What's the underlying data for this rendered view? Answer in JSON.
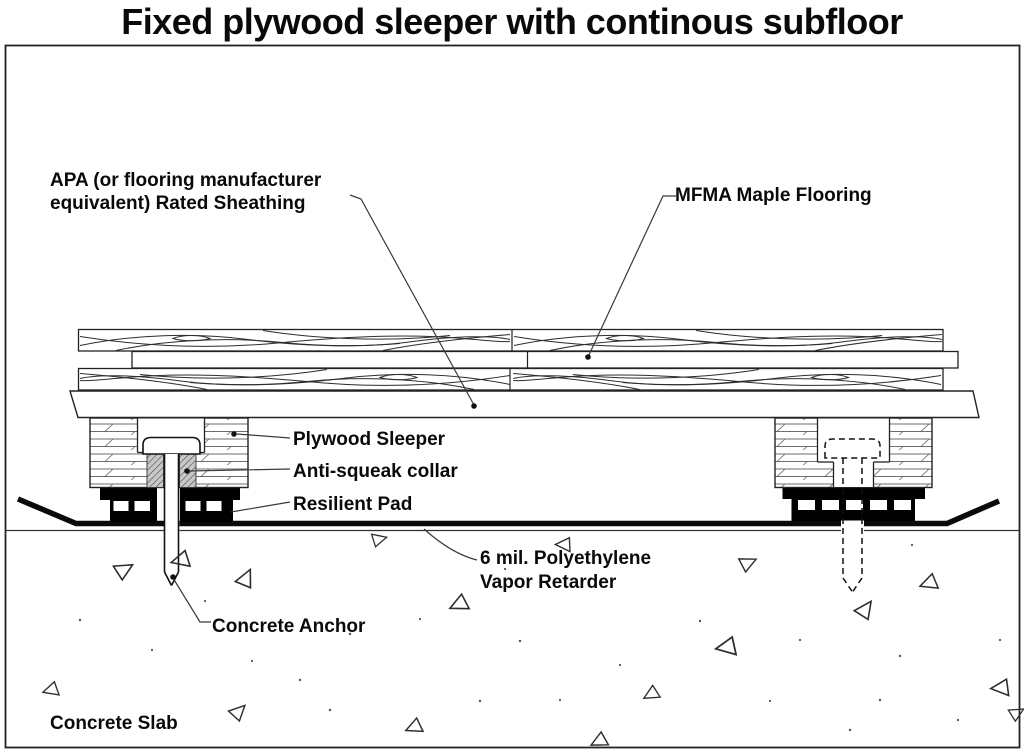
{
  "title": "Fixed plywood sleeper with continous subfloor",
  "diagram": {
    "labels": {
      "sheathing_line1": "APA (or flooring manufacturer",
      "sheathing_line2": "equivalent) Rated Sheathing",
      "maple_flooring": "MFMA Maple Flooring",
      "plywood_sleeper": "Plywood Sleeper",
      "anti_squeak_collar": "Anti-squeak collar",
      "resilient_pad": "Resilient Pad",
      "vapor_retarder_line1": "6 mil. Polyethylene",
      "vapor_retarder_line2": "Vapor Retarder",
      "concrete_anchor": "Concrete Anchor",
      "concrete_slab": "Concrete Slab"
    },
    "colors": {
      "ink": "#111111",
      "paper": "#ffffff",
      "pad_fill": "#000000",
      "collar_hatch": "#c8c8c8"
    }
  }
}
